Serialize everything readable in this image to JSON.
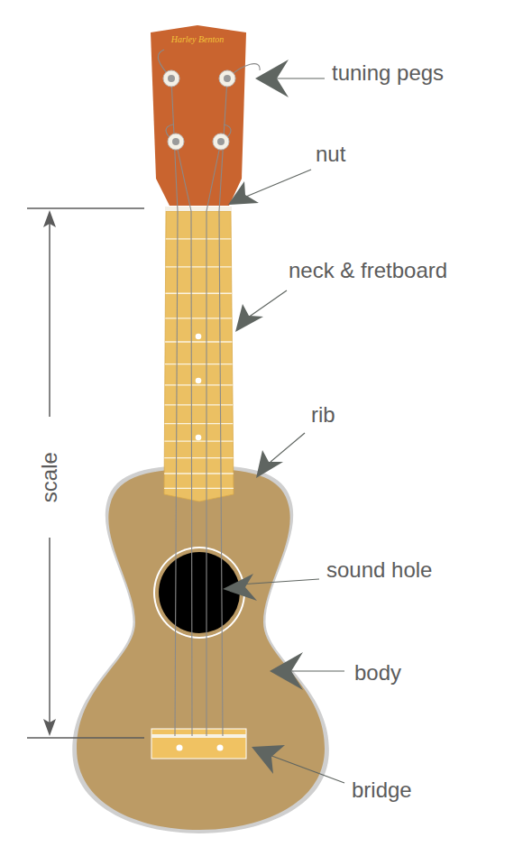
{
  "diagram": {
    "labels": [
      "Harley Benton",
      "tuning pegs",
      "nut",
      "neck & fretboard",
      "rib",
      "sound hole",
      "body",
      "bridge",
      "scale"
    ]
  }
}
